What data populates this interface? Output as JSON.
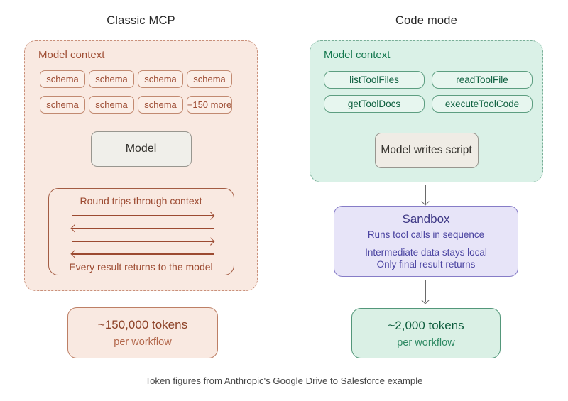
{
  "titles": {
    "left": "Classic MCP",
    "right": "Code mode"
  },
  "classic": {
    "context_label": "Model context",
    "schemas": [
      "schema",
      "schema",
      "schema",
      "schema",
      "schema",
      "schema",
      "schema",
      "+150 more"
    ],
    "model_label": "Model",
    "round_trips": {
      "top_label": "Round trips through context",
      "arrows": [
        "right",
        "left",
        "right",
        "left"
      ],
      "bottom_label": "Every result returns to the model"
    },
    "tokens": {
      "amount": "~150,000 tokens",
      "unit": "per workflow"
    }
  },
  "code_mode": {
    "context_label": "Model context",
    "tools": [
      "listToolFiles",
      "readToolFile",
      "getToolDocs",
      "executeToolCode"
    ],
    "model_label": "Model writes script",
    "sandbox": {
      "title": "Sandbox",
      "line1": "Runs tool calls in sequence",
      "line2": "Intermediate data stays local",
      "line3": "Only final result returns"
    },
    "tokens": {
      "amount": "~2,000 tokens",
      "unit": "per workflow"
    }
  },
  "caption": "Token figures from Anthropic's Google Drive to Salesforce example",
  "colors": {
    "classic_accent": "#9c4a31",
    "classic_fill": "#f9e9e1",
    "classic_border": "#c9907a",
    "code_accent": "#14784f",
    "code_fill": "#daf1e7",
    "code_border": "#78ae97",
    "sandbox_fill": "#e7e4f8",
    "sandbox_accent": "#4b44a1",
    "neutral_box_fill": "#f0efea",
    "arrow_gray": "#6a6a6a"
  }
}
